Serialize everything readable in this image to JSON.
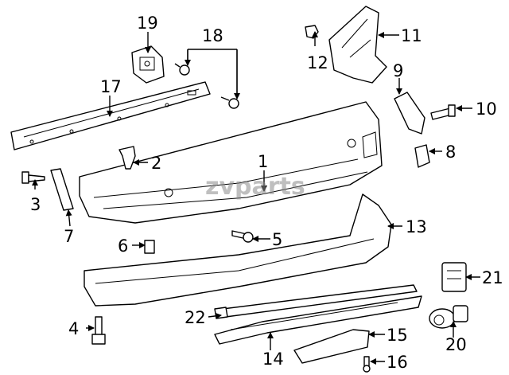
{
  "watermark": "zvparts",
  "callouts": [
    "1",
    "2",
    "3",
    "4",
    "5",
    "6",
    "7",
    "8",
    "9",
    "10",
    "11",
    "12",
    "13",
    "14",
    "15",
    "16",
    "17",
    "18",
    "19",
    "20",
    "21",
    "22"
  ]
}
